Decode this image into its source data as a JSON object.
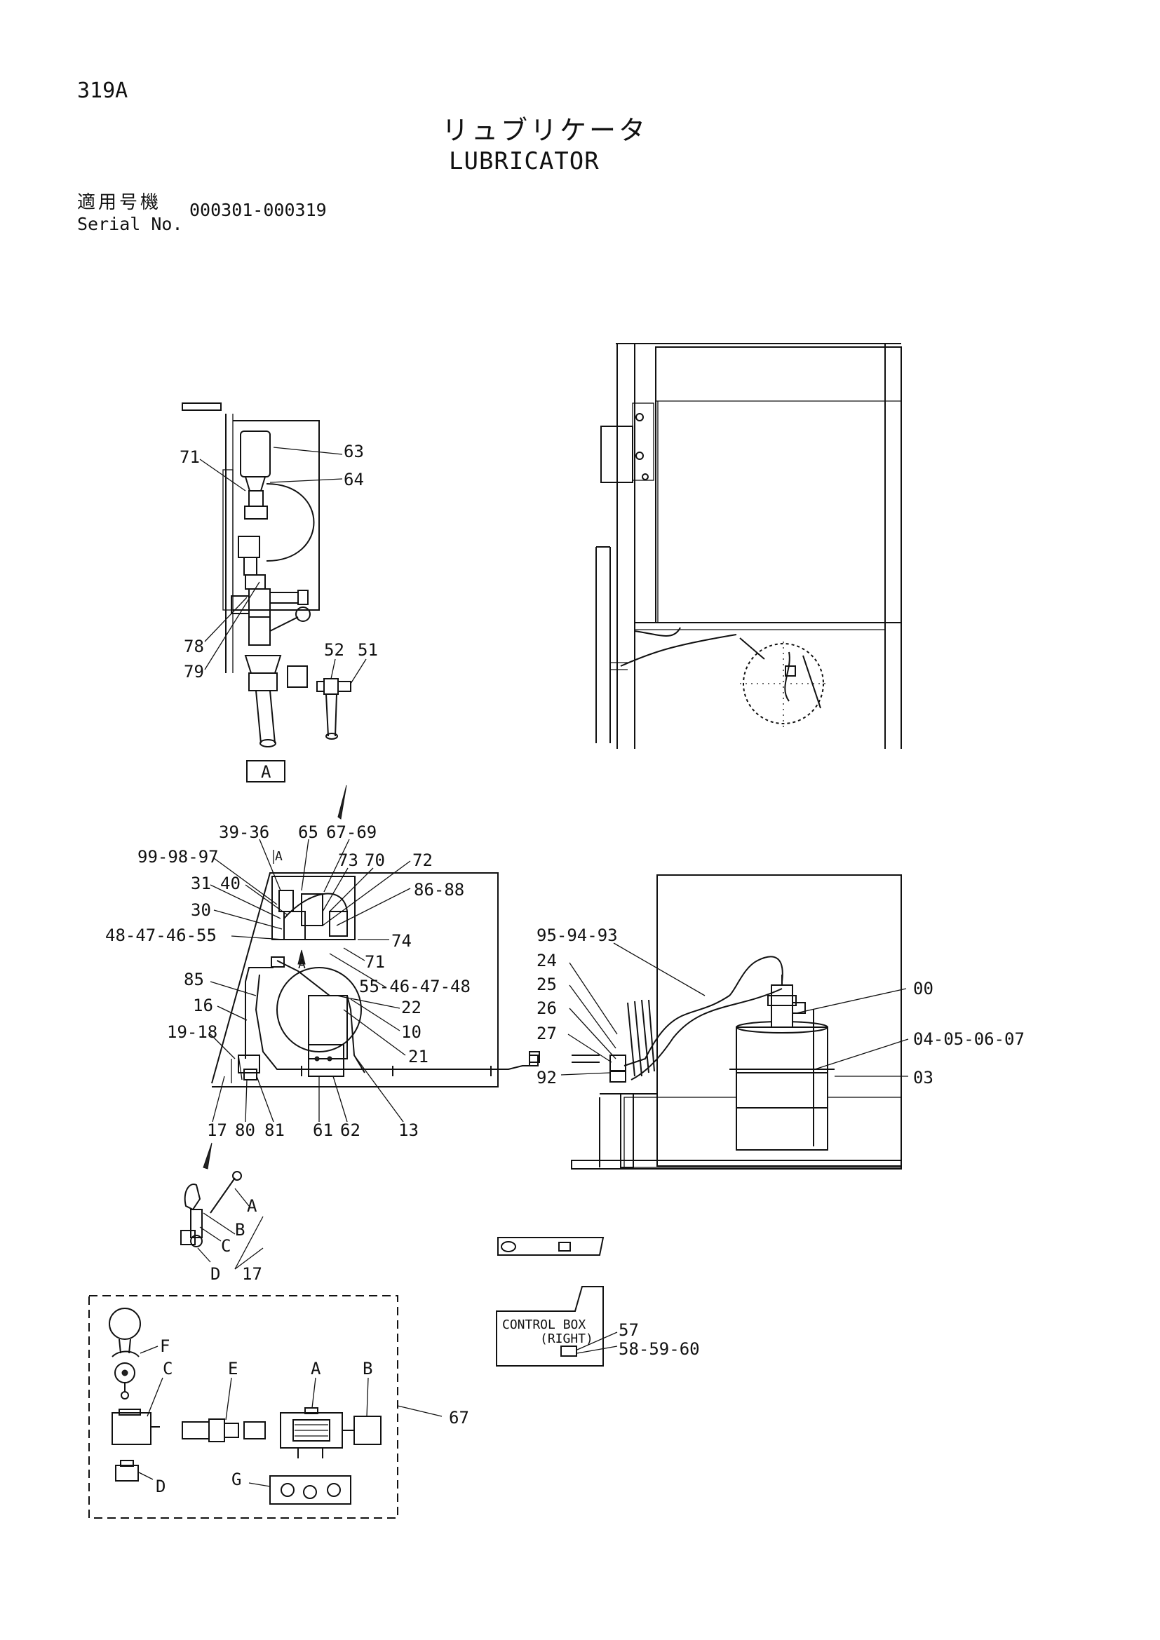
{
  "header": {
    "page_number": "319A",
    "title_jp": "リュブリケータ",
    "title_en": "LUBRICATOR",
    "serial_label_jp": "適用号機",
    "serial_label_en": "Serial No.",
    "serial_range": "000301-000319"
  },
  "view_labels": {
    "view_a_box": "A",
    "view_a_arrow_top": "A",
    "view_a_arrow_mid": "A"
  },
  "detail_a_callouts": {
    "c63": "63",
    "c64": "64",
    "c71": "71",
    "c78": "78",
    "c79": "79",
    "c52": "52",
    "c51": "51"
  },
  "main_callouts": {
    "c39_36": "39-36",
    "c65": "65",
    "c67_69": "67-69",
    "c99_98_97": "99-98-97",
    "c73": "73",
    "c70": "70",
    "c72": "72",
    "c31": "31",
    "c40": "40",
    "c86_88": "86-88",
    "c30": "30",
    "c48_47_46_55": "48-47-46-55",
    "c74": "74",
    "c71": "71",
    "c55_46_47_48": "55-46-47-48",
    "c85": "85",
    "c22": "22",
    "c16": "16",
    "c10": "10",
    "c19_18": "19-18",
    "c21": "21",
    "c17": "17",
    "c80": "80",
    "c81": "81",
    "c61": "61",
    "c62": "62",
    "c13": "13"
  },
  "tank_callouts": {
    "c95_94_93": "95-94-93",
    "c24": "24",
    "c25": "25",
    "c26": "26",
    "c27": "27",
    "c92": "92",
    "c00": "00",
    "c04_05_06_07": "04-05-06-07",
    "c03": "03"
  },
  "gun_callouts": {
    "a": "A",
    "b": "B",
    "c": "C",
    "d": "D",
    "c17": "17"
  },
  "control_box": {
    "label_line1": "CONTROL BOX",
    "label_line2": "(RIGHT)",
    "c57": "57",
    "c58_59_60": "58-59-60"
  },
  "kit_callouts": {
    "f": "F",
    "c": "C",
    "e": "E",
    "a": "A",
    "b": "B",
    "d": "D",
    "g": "G",
    "c67": "67"
  }
}
